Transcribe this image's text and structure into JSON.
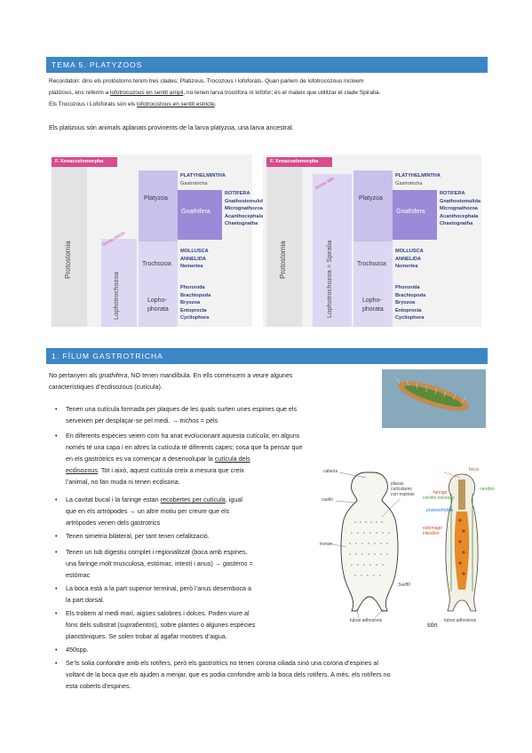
{
  "header": {
    "title": "TEMA 5. PLATYZOOS"
  },
  "intro": {
    "l1": "Recordatori: dins els protòstoms tenim tres clades; Platizous, Trocozous i lofoforats. Quan parlem de lofotrocozous incloem",
    "l2a": "platizous, ens referim a ",
    "l2u": "lofotrocozous en sentit ampli",
    "l2b": ", no tenen larva trocòfora ni lofòfor; és el mateix que utilitzar el clade Spiralia.",
    "l3a": "Els Trocozous i Lofoforats són els ",
    "l3u": "lofotrocozous en sentit estricte",
    "l3b": "."
  },
  "lead": "Els platizous són animals aplanats provinents de la larva platyzoa, una larva ancestral.",
  "diagram_left": {
    "xeno": "F. Xenacoelomorpha",
    "protostomia": "Protostomia",
    "lophotrochozoa": "Lophotrochozoa",
    "sensu": "Sensu stricto",
    "platyzoa": "Platyzoa",
    "gnathifera": "Gnathifera",
    "trochozoa": "Trochozoa",
    "lophophorata": "Lopho-\nphorata",
    "phyla_top": [
      "PLATYHELMINTHA",
      "Gastrotricha"
    ],
    "phyla_gnath": [
      "ROTIFERA",
      "Gnathostomulida",
      "Micrognathozoa",
      "Acanthocephala",
      "Chaetognatha"
    ],
    "phyla_troch": [
      "MOLLUSCA",
      "ANNELIDA",
      "Nemertea"
    ],
    "phyla_loph": [
      "Phoronida",
      "Brachiopoda",
      "Bryozoa",
      "Entoprocta",
      "Cycliophora"
    ]
  },
  "diagram_right": {
    "xeno": "F. Xenacoelomorpha",
    "protostomia": "Protostomia",
    "lophotrochozoa": "Lophotrochozoa = Spiralia",
    "sensu": "Sensu lato",
    "platyzoa": "Platyzoa",
    "gnathifera": "Gnathifera",
    "trochozoa": "Trochozoa",
    "lophophorata": "Lopho-\nphorata",
    "phyla_top": [
      "PLATYHELMINTHA",
      "Gastrotricha"
    ],
    "phyla_gnath": [
      "ROTIFERA",
      "Gnathostomulida",
      "Micrognathozoa",
      "Acanthocephala",
      "Chaetognatha"
    ],
    "phyla_troch": [
      "MOLLUSCA",
      "ANNELIDA",
      "Nemertea"
    ],
    "phyla_loph": [
      "Phoronida",
      "Brachiopoda",
      "Bryozoa",
      "Entoprocta",
      "Cycliophora"
    ]
  },
  "section1": {
    "title": "1. FÍLUM GASTROTRICHA",
    "p1a": "No pertanyen als ",
    "p1i": "gnathifera",
    "p1b": ", NO tenen mandíbula. En ells comencem a veure algunes",
    "p1c": "característiques d’ecdisozous (cutícula).",
    "b1a": "Tenen una cutícula formada per plaques de les quals surten unes espines que els",
    "b1b": "serveixen per desplaçar-se pel medi. → ",
    "b1i": "trichos",
    "b1c": " = pèls",
    "b2a": "En diferents espècies veiem com ha anat evolucionant aquesta cutícula; en alguns",
    "b2b": "només té una capa i en altres la cutícula té diferents capes; cosa que fa pensar que",
    "b2c": "en els gastròtrics es va començar a desenvolupar la ",
    "b2u1": "cutícula dels",
    "b2u2": "ecdisozous",
    "b2d": ". Tot i això, aquest cutícula creix a mesura que creix",
    "b2e": "l’animal, no fan muda ni tenen ecdisona.",
    "b3a": "La cavitat bucal i la faringe estan ",
    "b3u": "recobertes per cutícula",
    "b3b": ", igual",
    "b3c": "que en els artròpodes → un altre motiu per creure que els",
    "b3d": "artròpodes venen dels gastrotrics",
    "b4": "Tenen simetria bilateral, per tant tenen cefalització.",
    "b5a": "Tenen un tub digestiu complet i regionalitzat (boca amb espines,",
    "b5b": "una faringe molt musculosa, estómac, intestí i anus) → ",
    "b5i": "gasteros",
    "b5c": " =",
    "b5d": "estómac",
    "b6a": "La boca està a la part superior terminal, però l’anus desemboca a",
    "b6b": "la part dorsal.",
    "b7a": "Els trobem al medi marí, aigües salobres i dolces. Poden viure al",
    "b7b": "fons dels substrat (",
    "b7i": "suprabentos",
    "b7c": "), sobre plantes o algunes espècies",
    "b7d": "són",
    "b7e": "planctòniques. Se solen trobar al agafar mostres d’aigua.",
    "b8": "450spp.",
    "b9a": "Se’ls solia confondre amb els rotífers, però els gastrotrics no tenen corona ciliada sinó una corona d’espines al",
    "b9b": "voltant de la boca que els ajuden a menjar, que es podia confondre amb la boca dels rotífers. A més, els rotífers no",
    "b9c": "esta coberts d’espines."
  },
  "figure_left": {
    "cabeza": "cabeza",
    "cuello": "cuello",
    "placas": "placas\ncuticulares\ncon espinas",
    "tronco": "tronco",
    "tubos": "tubos adhesivos",
    "sign": "Sw/80"
  },
  "figure_right": {
    "boca": "boca",
    "faringe": "faringe",
    "cordon": "cordón nervioso",
    "cerebro": "cerebro",
    "proto": "protonefridios",
    "estomago": "estómago\nintestino",
    "tubos": "tubos adhesivos"
  },
  "colors": {
    "header": "#3d86c6",
    "pink": "#d94b8c",
    "purple": "#9a8ad8",
    "lavender": "#c9c0ec",
    "phylum": "#2c3e86"
  }
}
